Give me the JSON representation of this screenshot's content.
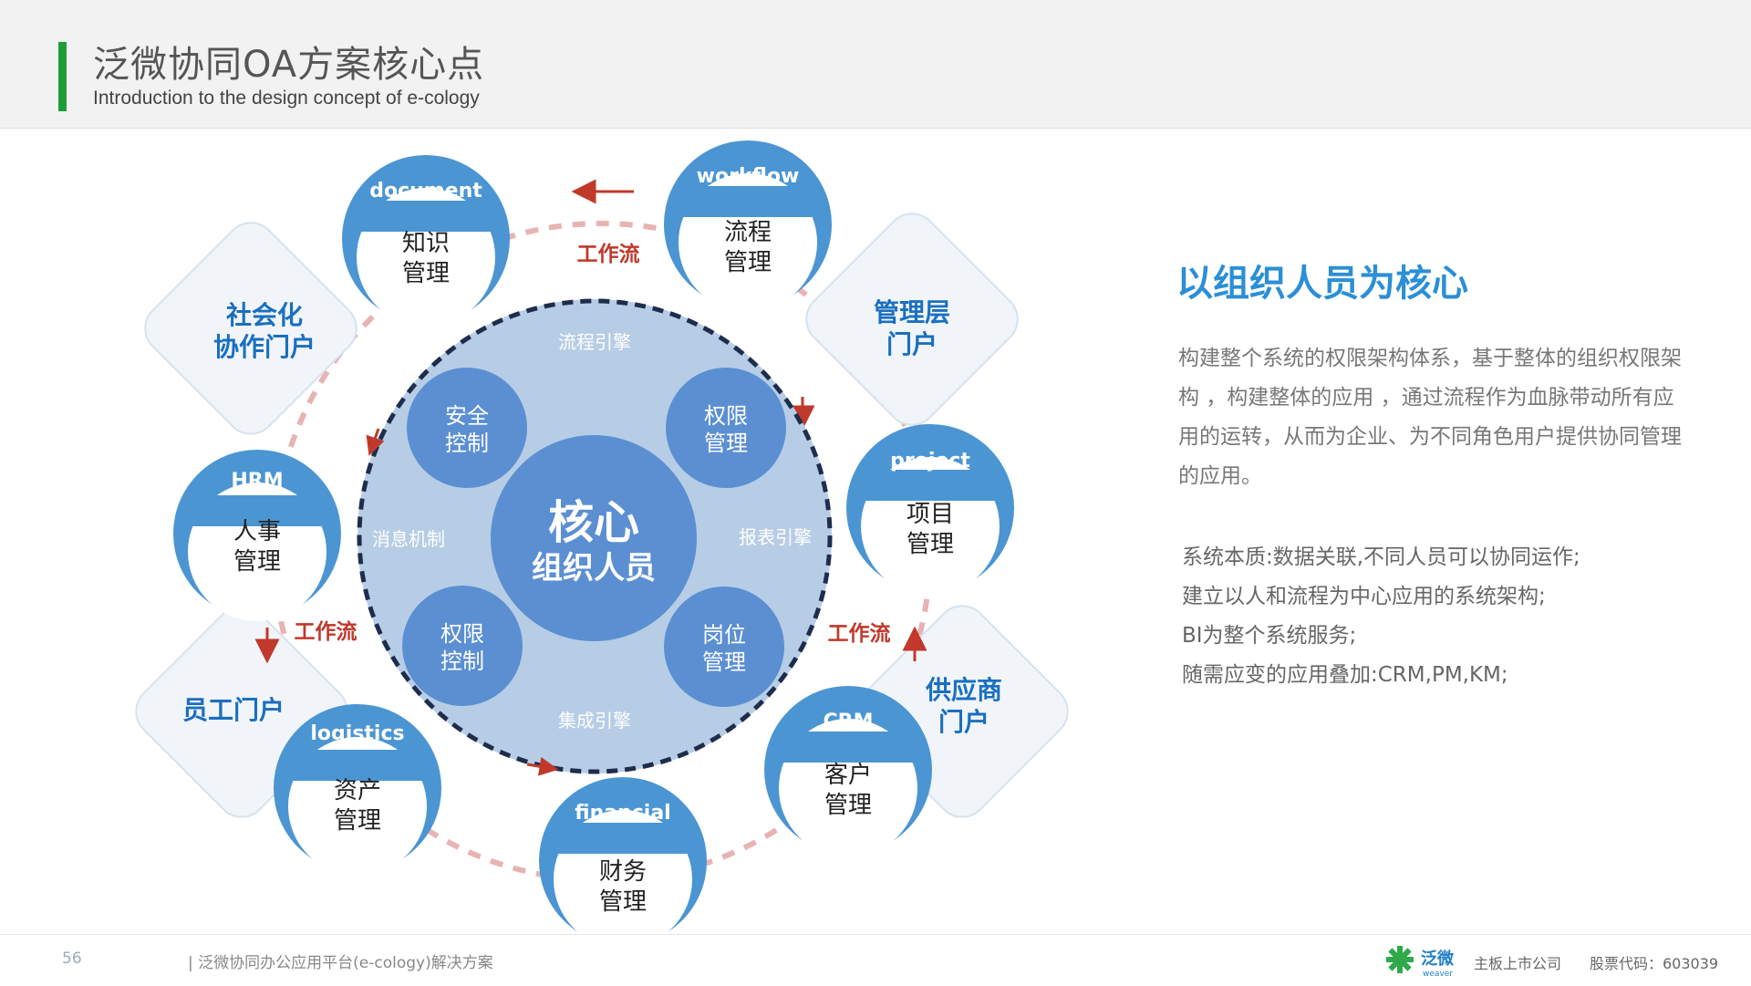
{
  "header": {
    "title": "泛微协同OA方案核心点",
    "subtitle": "Introduction to the design concept of e-cology"
  },
  "colors": {
    "accent_green": "#1e9e3a",
    "module_blue": "#4b95d3",
    "portal_text": "#1a6fc0",
    "workflow_red": "#c0392b",
    "core_dark": "#3f79c4"
  },
  "diagram": {
    "core": {
      "title": "核心",
      "subtitle": "组织人员"
    },
    "engines": {
      "top": "流程引擎",
      "left": "消息机制",
      "right": "报表引擎",
      "bottom": "集成引擎"
    },
    "inner_nodes": [
      {
        "line1": "安全",
        "line2": "控制"
      },
      {
        "line1": "权限",
        "line2": "管理"
      },
      {
        "line1": "权限",
        "line2": "控制"
      },
      {
        "line1": "岗位",
        "line2": "管理"
      }
    ],
    "modules": [
      {
        "en": "document",
        "zh1": "知识",
        "zh2": "管理"
      },
      {
        "en": "workflow",
        "zh1": "流程",
        "zh2": "管理"
      },
      {
        "en": "project",
        "zh1": "项目",
        "zh2": "管理"
      },
      {
        "en": "CRM",
        "zh1": "客户",
        "zh2": "管理"
      },
      {
        "en": "financial",
        "zh1": "财务",
        "zh2": "管理"
      },
      {
        "en": "logistics",
        "zh1": "资产",
        "zh2": "管理"
      },
      {
        "en": "HRM",
        "zh1": "人事",
        "zh2": "管理"
      }
    ],
    "portals": [
      {
        "line1": "社会化",
        "line2": "协作门户"
      },
      {
        "line1": "管理层",
        "line2": "门户"
      },
      {
        "line1": "供应商",
        "line2": "门户"
      },
      {
        "line1": "员工门户",
        "line2": ""
      }
    ],
    "workflow_labels": [
      "工作流",
      "工作流",
      "工作流"
    ]
  },
  "side": {
    "title": "以组织人员为核心",
    "paragraph": "构建整个系统的权限架构体系，基于整体的组织权限架构 ，构建整体的应用 ，通过流程作为血脉带动所有应用的运转，从而为企业、为不同角色用户提供协同管理的应用。",
    "bullets": [
      "系统本质:数据关联,不同人员可以协同运作;",
      "建立以人和流程为中心应用的系统架构;",
      "BI为整个系统服务;",
      "随需应变的应用叠加:CRM,PM,KM;"
    ]
  },
  "footer": {
    "page_number": "56",
    "doc_title": "| 泛微协同办公应用平台(e-cology)解决方案",
    "logo_text": "泛微",
    "logo_sub": "weaver",
    "company": "主板上市公司",
    "stock": "股票代码：603039"
  }
}
